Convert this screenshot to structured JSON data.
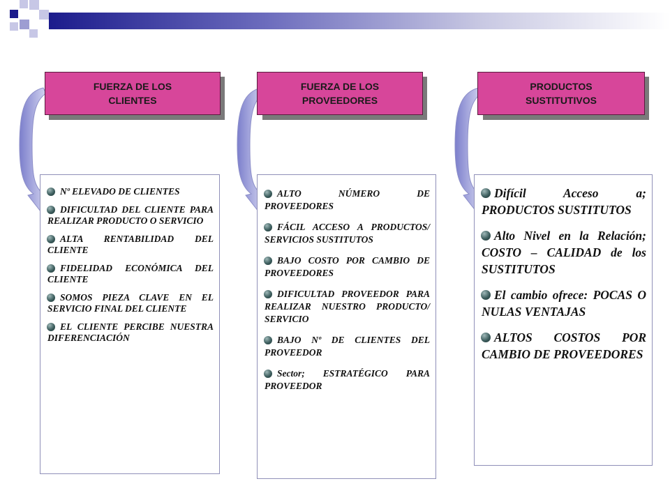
{
  "columns": [
    {
      "header": "FUERZA DE LOS\nCLIENTES",
      "items": [
        "Nº ELEVADO DE CLIENTES",
        "DIFICULTAD DEL CLIENTE PARA REALIZAR PRODUCTO O SERVICIO",
        "ALTA RENTABILIDAD DEL CLIENTE",
        "FIDELIDAD ECONÓMICA DEL CLIENTE",
        "SOMOS PIEZA CLAVE EN EL SERVICIO FINAL DEL CLIENTE",
        "EL CLIENTE PERCIBE NUESTRA DIFERENCIACIÓN"
      ]
    },
    {
      "header": "FUERZA DE LOS\nPROVEEDORES",
      "items": [
        "ALTO NÚMERO DE PROVEEDORES",
        "FÁCIL ACCESO A PRODUCTOS/ SERVICIOS SUSTITUTOS",
        "BAJO COSTO POR CAMBIO DE PROVEEDORES",
        "DIFICULTAD PROVEEDOR PARA REALIZAR NUESTRO PRODUCTO/ SERVICIO",
        "BAJO Nº DE CLIENTES DEL PROVEEDOR",
        "Sector; ESTRATÉGICO PARA PROVEEDOR"
      ]
    },
    {
      "header": "PRODUCTOS\nSUSTITUTIVOS",
      "items": [
        "Difícil Acceso a; PRODUCTOS SUSTITUTOS",
        "Alto Nivel en la Relación; COSTO – CALIDAD de los SUSTITUTOS",
        "El cambio ofrece: POCAS O NULAS VENTAJAS",
        "ALTOS COSTOS POR CAMBIO DE PROVEEDORES"
      ]
    }
  ],
  "colors": {
    "header_fill": "#d7469a",
    "accent_navy": "#1c1c8c",
    "arrow_lavender": "#9fa0d8"
  }
}
